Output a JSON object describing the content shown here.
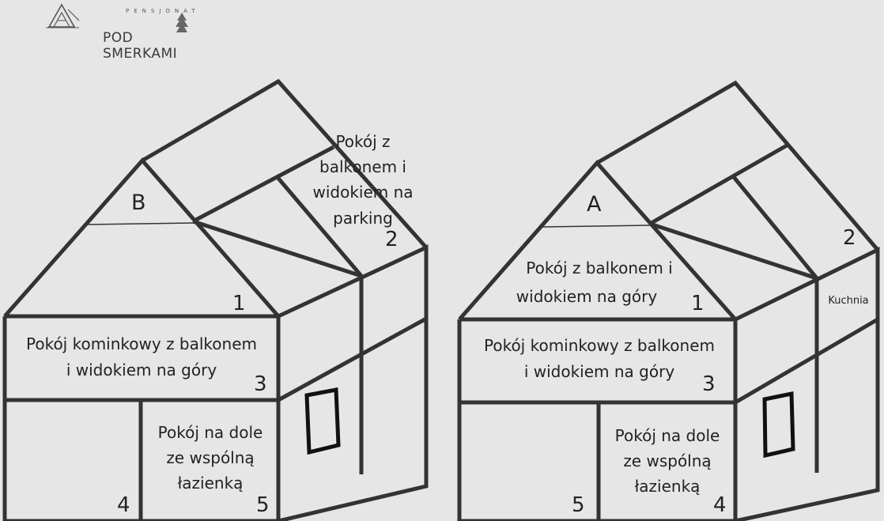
{
  "brand": {
    "small_text": "PENSJONAT",
    "name": "POD SMERKAMI",
    "logo_icon": "chalet-house-icon"
  },
  "houses": [
    {
      "label": "B",
      "rooms": [
        {
          "number": "1",
          "lines": []
        },
        {
          "number": "2",
          "lines": [
            "Pokój z",
            "balkonem i",
            "widokiem na",
            "parking"
          ]
        },
        {
          "number": "3",
          "lines": [
            "Pokój kominkowy z balkonem",
            "i widokiem na góry"
          ]
        },
        {
          "number": "4",
          "lines": []
        },
        {
          "number": "5",
          "lines": [
            "Pokój na dole",
            "ze wspólną",
            "łazienką"
          ]
        }
      ]
    },
    {
      "label": "A",
      "rooms": [
        {
          "number": "1",
          "lines": [
            "Pokój z balkonem i",
            "widokiem na góry"
          ]
        },
        {
          "number": "2",
          "lines": []
        },
        {
          "number": "3",
          "lines": [
            "Pokój kominkowy z balkonem",
            "i widokiem na góry"
          ]
        },
        {
          "number": "4",
          "lines": [
            "Pokój na dole",
            "ze wspólną",
            "łazienką"
          ]
        },
        {
          "number": "5",
          "lines": []
        }
      ],
      "extra_label": "Kuchnia"
    }
  ],
  "colors": {
    "background": "#e6e6e6",
    "stroke": "#333333",
    "text": "#222222"
  }
}
